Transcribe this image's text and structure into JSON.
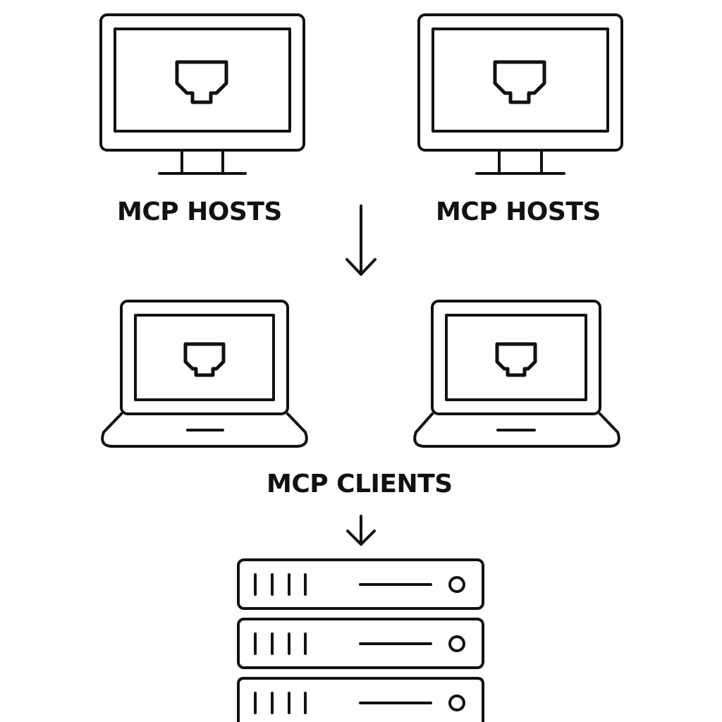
{
  "hosts": {
    "label_left": "MCP HOSTS",
    "label_right": "MCP HOSTS",
    "device_icon": "desktop-monitor-icon",
    "screen_icon": "ethernet-port-icon"
  },
  "clients": {
    "label": "MCP CLIENTS",
    "device_icon": "laptop-icon",
    "screen_icon": "ethernet-port-icon"
  },
  "servers": {
    "icon": "server-rack-icon",
    "unit_count": 3
  },
  "connectors": {
    "icon": "arrow-down-icon"
  },
  "colors": {
    "stroke": "#111111",
    "background": "#ffffff"
  }
}
